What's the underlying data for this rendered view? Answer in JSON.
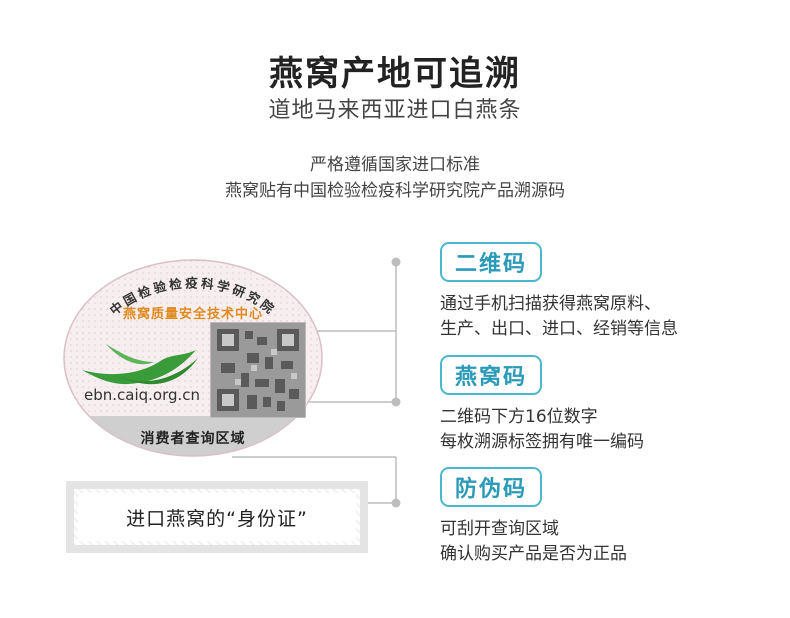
{
  "header": {
    "title": "燕窝产地可追溯",
    "subtitle": "道地马来西亚进口白燕条",
    "desc_line1": "严格遵循国家进口标准",
    "desc_line2": "燕窝贴有中国检验检疫科学研究院产品溯源码"
  },
  "seal": {
    "arc_text": "中国检验检疫科学研究院",
    "center_text": "燕窝质量安全技术中心",
    "url": "ebn.caiq.org.cn",
    "strip_text": "消费者查询区域"
  },
  "identity_label": "进口燕窝的“身份证”",
  "features": [
    {
      "label": "二维码",
      "lines": [
        "通过手机扫描获得燕窝原料、",
        "生产、出口、进口、经销等信息"
      ]
    },
    {
      "label": "燕窝码",
      "lines": [
        "二维码下方16位数字",
        "每枚溯源标签拥有唯一编码"
      ]
    },
    {
      "label": "防伪码",
      "lines": [
        "可刮开查询区域",
        "确认购买产品是否为正品"
      ]
    }
  ],
  "colors": {
    "accent": "#4bb7cf",
    "seal_green": "#3a9b3a",
    "seal_orange": "#e08a1e"
  }
}
